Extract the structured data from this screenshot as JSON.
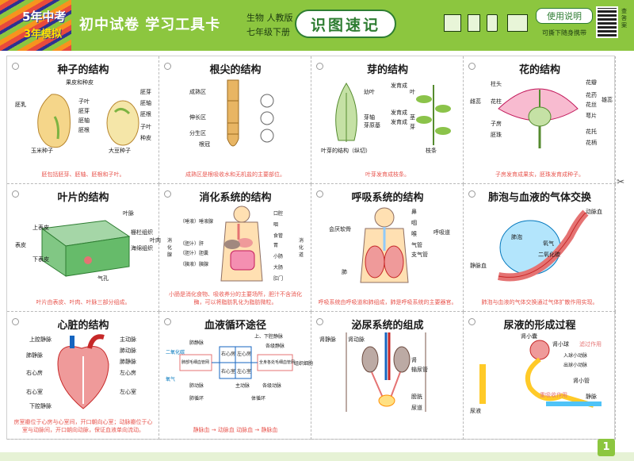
{
  "header": {
    "logo_line1": "5年中考",
    "logo_line2": "3年模拟",
    "brand": "初中试卷  学习工具卡",
    "subject_top": "生物  人教版",
    "subject_bottom": "七年级下册",
    "main_title": "识图速记",
    "usage_label": "使用说明",
    "usage_note": "可撕下随身携带",
    "side_text": "查答案"
  },
  "page_number": "1",
  "colors": {
    "brand_green": "#8cc63f",
    "title_green": "#2e7d32",
    "caption_red": "#e8554e"
  },
  "icons": [
    "scissors-icon",
    "table-icon",
    "ruler-icon",
    "book-icon",
    "qr-code-icon"
  ],
  "cards": [
    {
      "title": "种子的结构",
      "caption": "胚包括胚芽、胚轴、胚根和子叶。",
      "labels": [
        "果皮和种皮",
        "胚乳",
        "子叶",
        "胚芽",
        "胚轴",
        "胚根",
        "玉米种子",
        "胚芽",
        "胚轴",
        "胚根",
        "子叶",
        "种皮",
        "大豆种子"
      ]
    },
    {
      "title": "根尖的结构",
      "caption": "成熟区是根吸收水和无机盐的主要部位。",
      "labels": [
        "成熟区",
        "伸长区",
        "分生区",
        "根冠"
      ]
    },
    {
      "title": "芽的结构",
      "caption": "叶芽发育成枝条。",
      "labels": [
        "幼叶",
        "发育成",
        "叶",
        "芽轴",
        "芽原基",
        "发育成",
        "发育成",
        "茎",
        "芽",
        "叶芽的结构（纵切）",
        "枝条"
      ]
    },
    {
      "title": "花的结构",
      "caption": "子房发育成果实，胚珠发育成种子。",
      "labels": [
        "柱头",
        "雌蕊",
        "花柱",
        "子房",
        "胚珠",
        "花瓣",
        "花药",
        "花丝",
        "雄蕊",
        "萼片",
        "花托",
        "花柄"
      ]
    },
    {
      "title": "叶片的结构",
      "caption": "叶片由表皮、叶肉、叶脉三部分组成。",
      "labels": [
        "叶脉",
        "上表皮",
        "栅栏组织",
        "叶肉",
        "海绵组织",
        "表皮",
        "下表皮",
        "气孔"
      ]
    },
    {
      "title": "消化系统的结构",
      "caption": "小肠是消化食物、吸收养分的主要场所，胆汁不含消化酶，可以将脂肪乳化为脂肪微粒。",
      "labels": [
        "（唾液）唾液腺",
        "口腔",
        "咽",
        "食管",
        "胃",
        "（胆汁）肝",
        "（胆汁）胆囊",
        "小肠",
        "（胰液）胰腺",
        "大肠",
        "肛门",
        "消化腺",
        "消化道"
      ]
    },
    {
      "title": "呼吸系统的结构",
      "caption": "呼吸系统由呼吸道和肺组成，肺是呼吸系统的主要器官。",
      "labels": [
        "鼻",
        "会厌软骨",
        "咽",
        "喉",
        "气管",
        "支气管",
        "肺",
        "呼吸道"
      ]
    },
    {
      "title": "肺泡与血液的气体交换",
      "caption": "肺泡与血液的气体交换通过气体扩散作用实现。",
      "labels": [
        "动脉血",
        "肺泡",
        "氧气",
        "二氧化碳",
        "静脉血"
      ]
    },
    {
      "title": "心脏的结构",
      "caption": "房室瓣位于心房与心室间，开口朝向心室；动脉瓣位于心室与动脉间，开口朝向动脉，保证血液单向流动。",
      "labels": [
        "上腔静脉",
        "主动脉",
        "肺动脉",
        "肺静脉",
        "右心房",
        "左心房",
        "右心室",
        "左心室",
        "下腔静脉",
        "肺静脉"
      ]
    },
    {
      "title": "血液循环途径",
      "caption": "静脉血 → 动脉血    动脉血 → 静脉血",
      "labels": [
        "肺静脉",
        "上、下腔静脉",
        "各级静脉",
        "右心房",
        "左心房",
        "右心室",
        "左心室",
        "肺部毛细血管网",
        "全身各处毛细血管网",
        "肺动脉",
        "主动脉",
        "各级动脉",
        "肺循环",
        "体循环",
        "氧气",
        "二氧化碳",
        "组织细胞"
      ]
    },
    {
      "title": "泌尿系统的组成",
      "caption": "",
      "labels": [
        "肾静脉",
        "肾动脉",
        "肾",
        "输尿管",
        "膀胱",
        "尿道"
      ]
    },
    {
      "title": "尿液的形成过程",
      "caption": "",
      "labels": [
        "肾小囊",
        "肾小球",
        "滤过作用",
        "入球小动脉",
        "出球小动脉",
        "肾小管",
        "重吸收作用",
        "尿液",
        "静脉"
      ]
    }
  ]
}
